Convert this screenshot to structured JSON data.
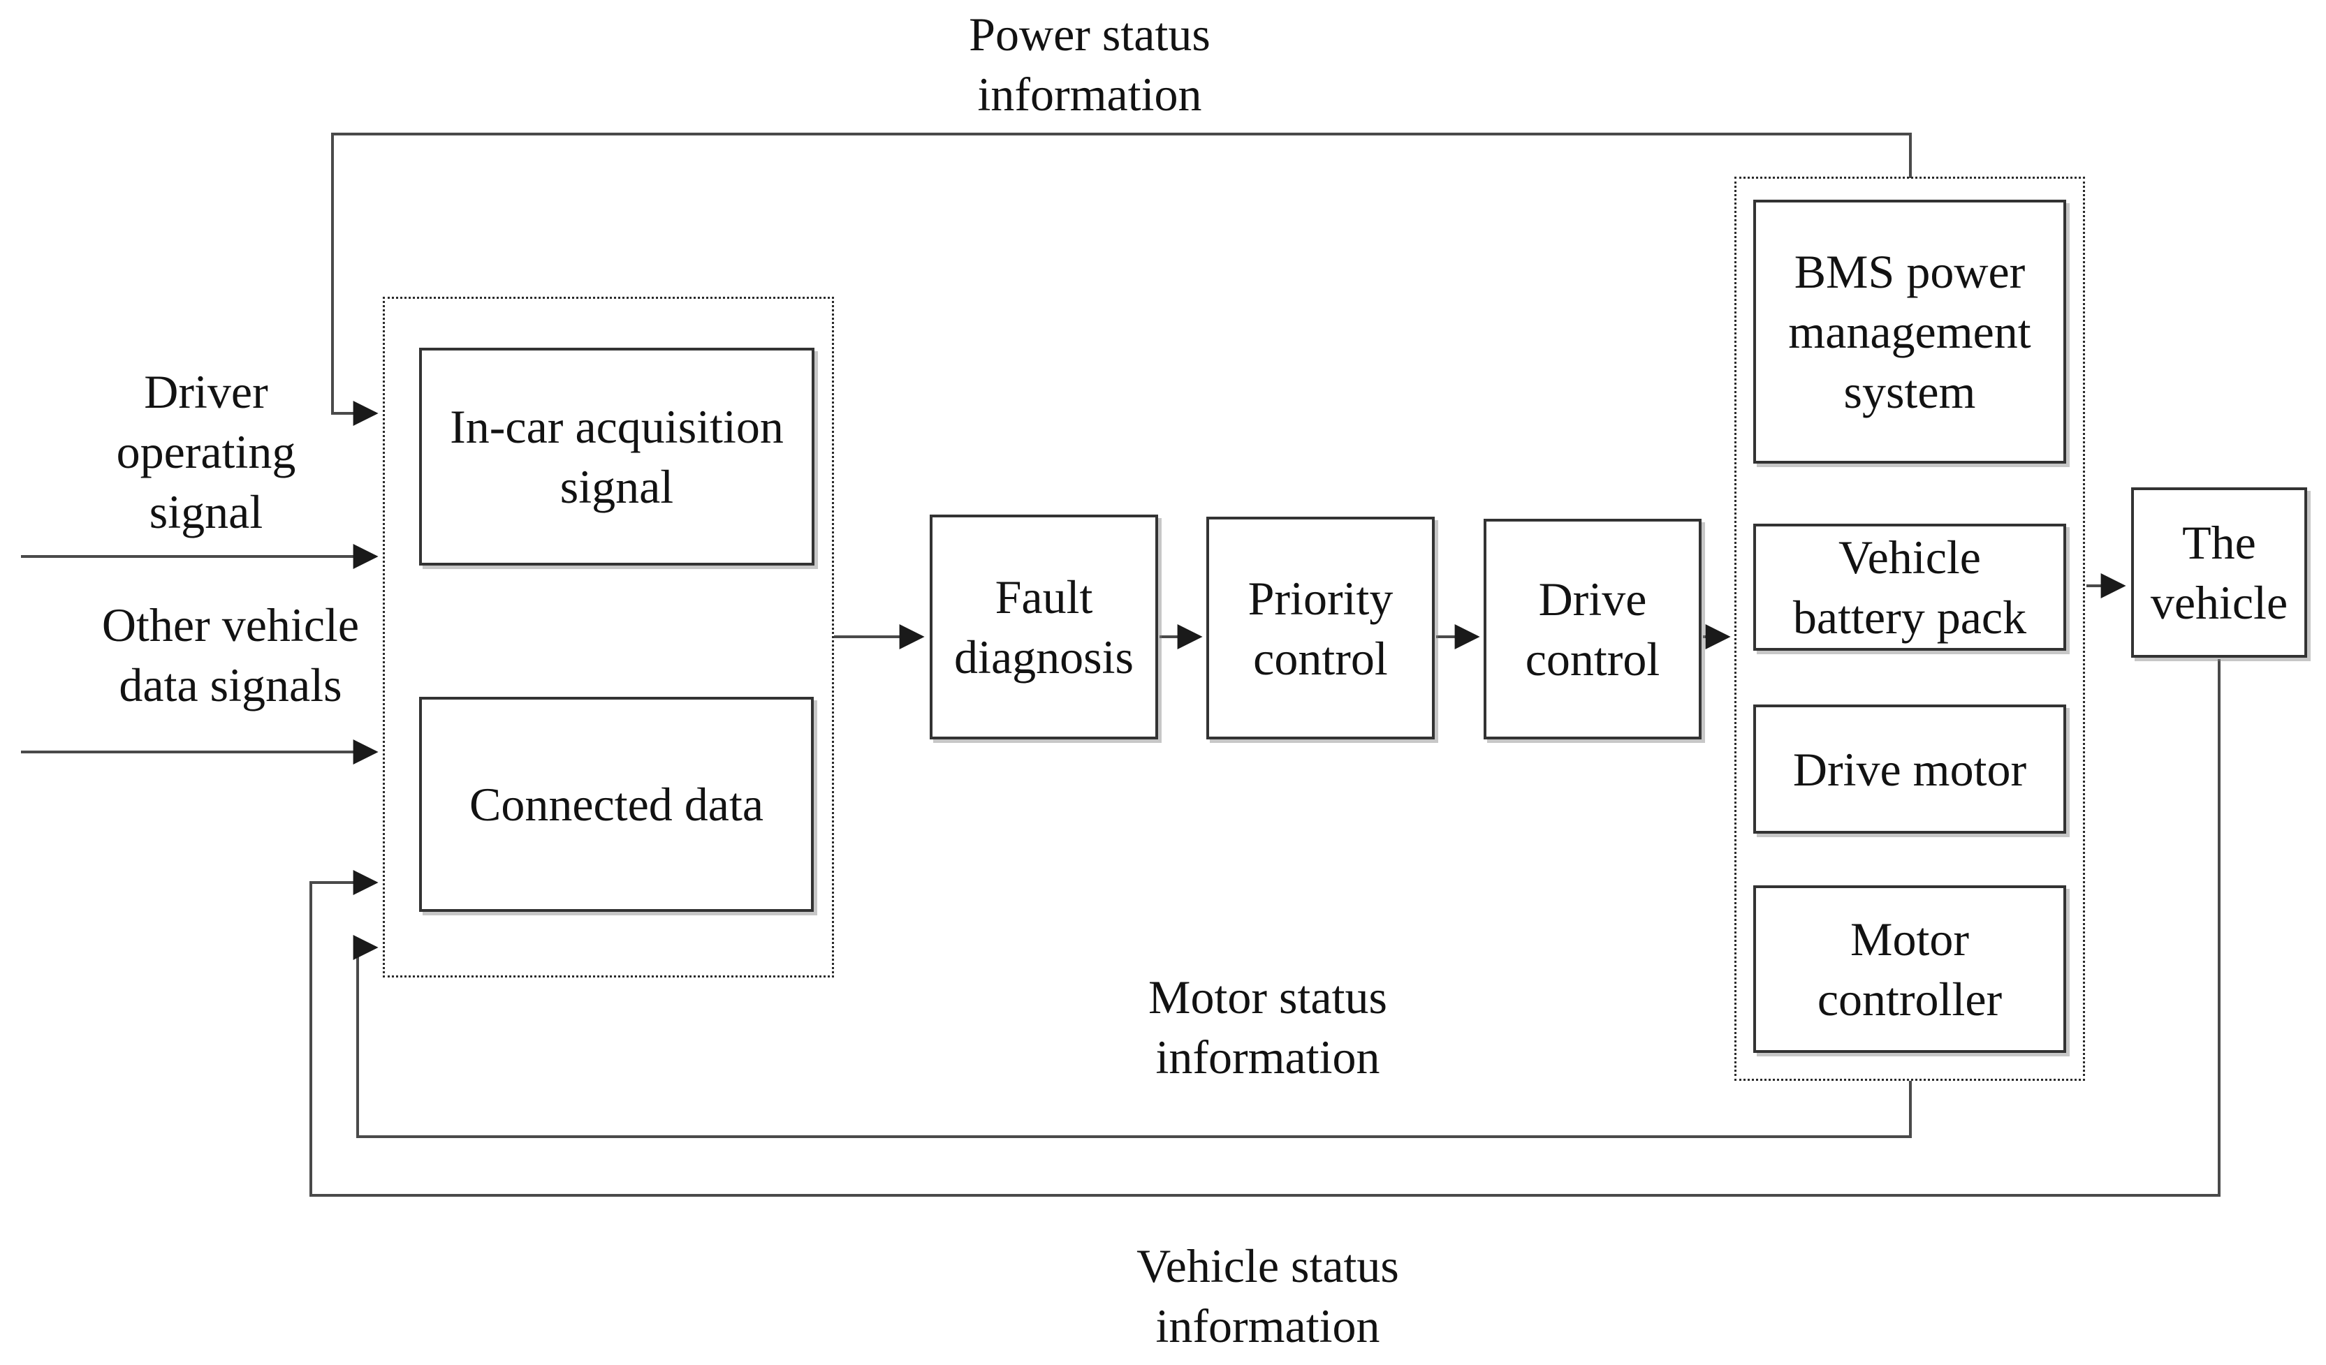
{
  "labels": {
    "power_status": "Power status\ninformation",
    "driver_operating": "Driver\noperating\nsignal",
    "other_vehicle": "Other vehicle\ndata signals",
    "motor_status": "Motor status\ninformation",
    "vehicle_status": "Vehicle status\ninformation"
  },
  "boxes": {
    "in_car": "In-car acquisition\nsignal",
    "connected": "Connected data",
    "fault": "Fault\ndiagnosis",
    "priority": "Priority\ncontrol",
    "drive": "Drive\ncontrol",
    "bms": "BMS power\nmanagement\nsystem",
    "battery": "Vehicle\nbattery pack",
    "drive_motor": "Drive motor",
    "motor_controller": "Motor\ncontroller",
    "vehicle": "The\nvehicle"
  },
  "colors": {
    "background": "#ffffff",
    "connector_line": "#4a4a4a",
    "arrowhead": "#1a1a1a",
    "box_border": "#333333",
    "text": "#121212"
  }
}
